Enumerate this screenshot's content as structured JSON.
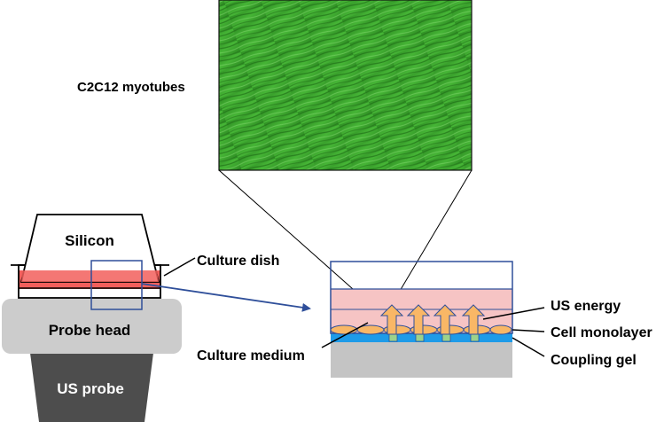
{
  "micrograph": {
    "label": "C2C12 myotubes"
  },
  "left_setup": {
    "silicon_label": "Silicon",
    "culture_dish_label": "Culture dish",
    "probe_head_label": "Probe head",
    "us_probe_label": "US probe"
  },
  "detail_view": {
    "culture_medium_label": "Culture medium",
    "us_energy_label": "US energy",
    "cell_monolayer_label": "Cell monolayer",
    "coupling_gel_label": "Coupling gel"
  },
  "colors": {
    "micrograph_green": "#3aa52c",
    "medium_pink": "#f6c4c4",
    "dish_red": "#f25f5c",
    "probe_head_gray": "#cccccc",
    "us_probe_gray": "#4d4d4d",
    "gel_blue": "#1e9be8",
    "arrow_orange": "#f9b766",
    "cell_green": "#9bd28c",
    "zoom_blue": "#2f4f9a",
    "base_gray": "#c4c4c4"
  }
}
